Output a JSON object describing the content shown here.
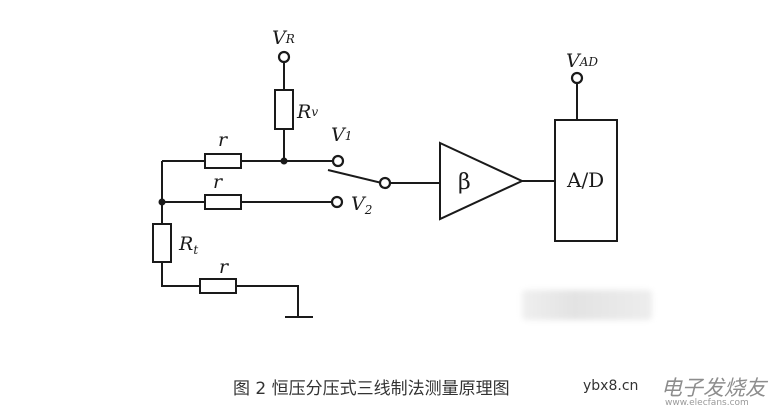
{
  "labels": {
    "vr_main": "V",
    "vr_sub": "R",
    "rv_main": "R",
    "rv_sub": "v",
    "v1_main": "V",
    "v1_sub": "1",
    "v2_main": "V",
    "v2_sub": "2",
    "vad_main": "V",
    "vad_sub": "AD",
    "rt_main": "R",
    "rt_sub": "t",
    "r_top": "r",
    "r_mid": "r",
    "r_bot": "r",
    "amp": "β",
    "adc": "A/D"
  },
  "caption": "图 2  恒压分压式三线制法测量原理图",
  "watermark": {
    "domain": "ybx8.cn",
    "brand": "电子发烧友",
    "url": "www.elecfans.com"
  }
}
